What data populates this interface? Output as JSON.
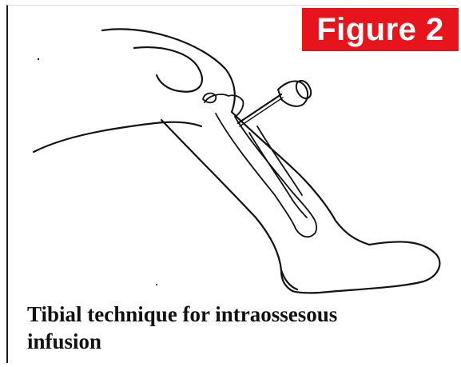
{
  "figure": {
    "badge_label": "Figure 2",
    "badge_color": "#e8141c",
    "caption_line1": "Tibial technique for intraossesous",
    "caption_line2": "infusion"
  },
  "illustration": {
    "subject": "lower-leg-with-intraosseous-needle",
    "icons": [
      "leg-outline",
      "knee-patella",
      "tibia-bone",
      "fibula-bone",
      "intraosseous-needle",
      "syringe-hub"
    ]
  }
}
